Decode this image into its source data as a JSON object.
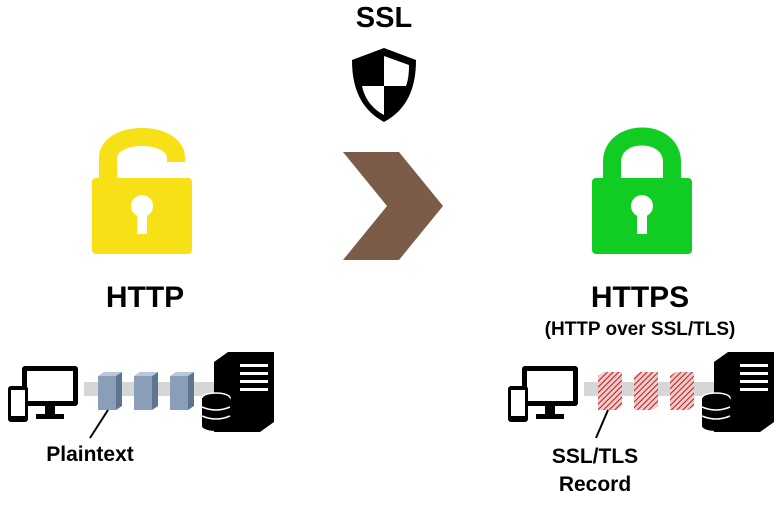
{
  "ssl": {
    "title": "SSL",
    "shield_icon": "shield-icon"
  },
  "arrow": {
    "icon": "chevron-right-icon",
    "color": "#7a5c48"
  },
  "http": {
    "title": "HTTP",
    "lock_icon": "open-padlock-icon",
    "lock_color": "#f7e015",
    "packet_label": "Plaintext",
    "packet_color": "#8a9fb7"
  },
  "https": {
    "title": "HTTPS",
    "subtitle": "(HTTP over SSL/TLS)",
    "lock_icon": "closed-padlock-icon",
    "lock_color": "#11cc22",
    "packet_label_lines": [
      "SSL/TLS",
      "Record"
    ],
    "packet_color": "#b02020"
  },
  "devices": {
    "client_icon": "monitor-phone-icon",
    "server_icon": "server-database-icon"
  }
}
